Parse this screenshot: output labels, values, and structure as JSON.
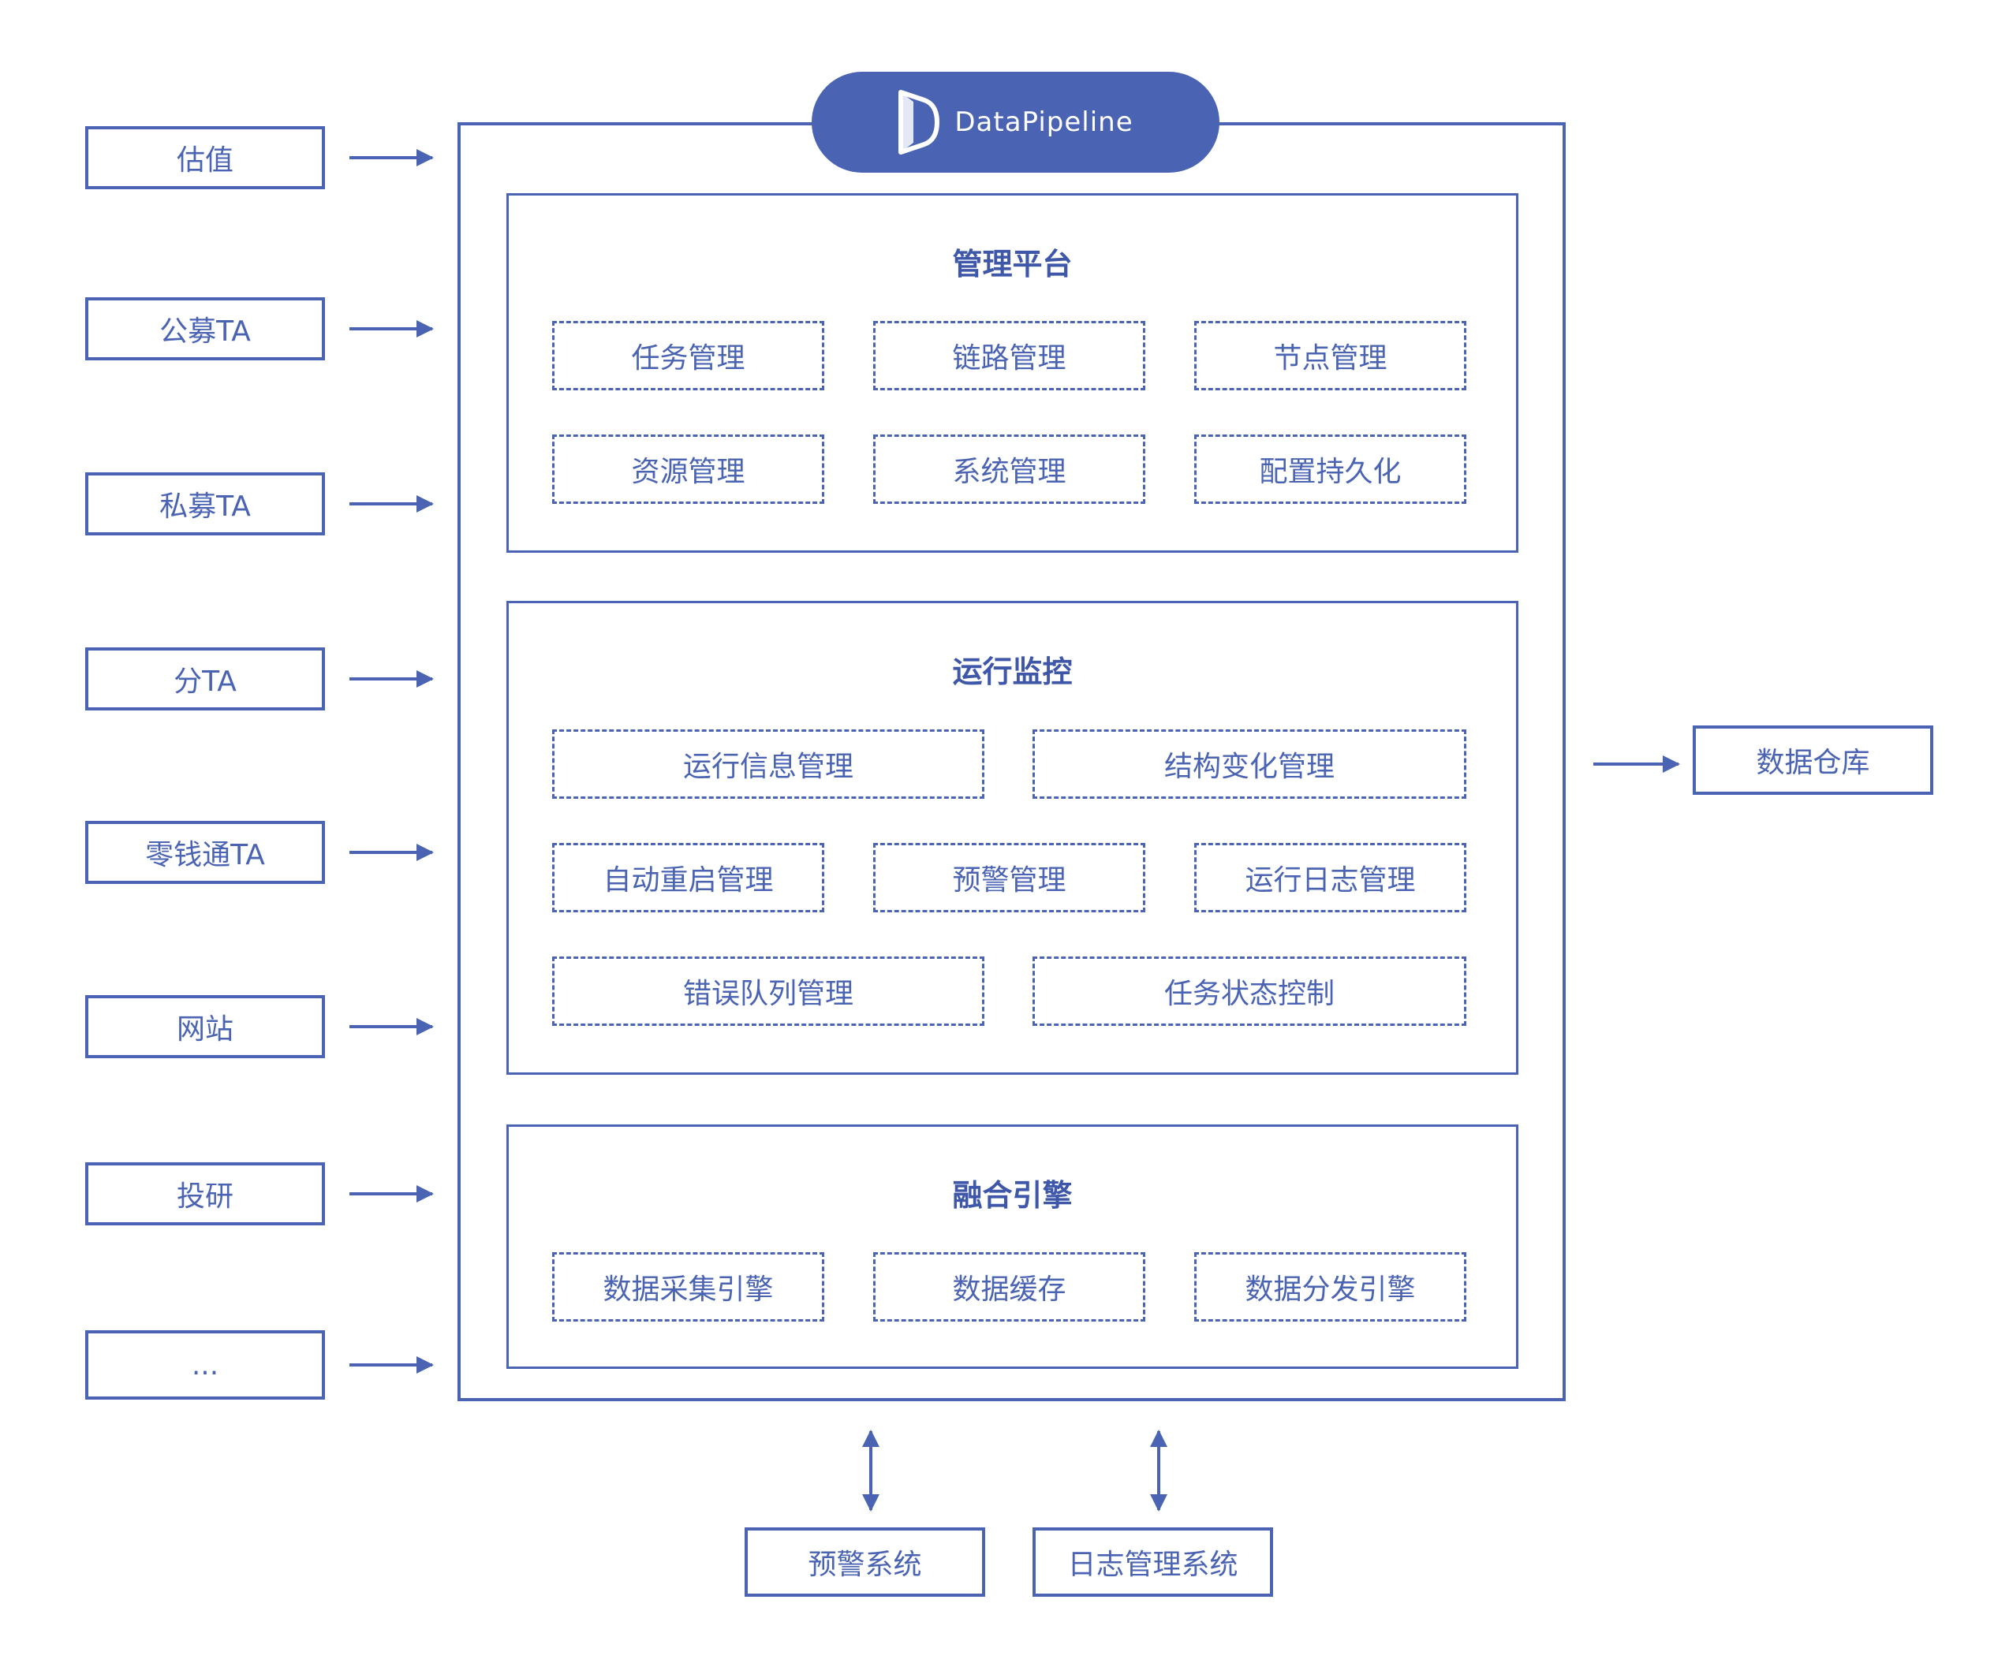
{
  "logo": {
    "text": "DataPipeline",
    "icon": "datapipeline-logo-icon"
  },
  "sources": [
    "估值",
    "公募TA",
    "私募TA",
    "分TA",
    "零钱通TA",
    "网站",
    "投研",
    "..."
  ],
  "sections": {
    "management": {
      "title": "管理平台",
      "modules": [
        "任务管理",
        "链路管理",
        "节点管理",
        "资源管理",
        "系统管理",
        "配置持久化"
      ]
    },
    "monitoring": {
      "title": "运行监控",
      "modules": [
        "运行信息管理",
        "结构变化管理",
        "自动重启管理",
        "预警管理",
        "运行日志管理",
        "错误队列管理",
        "任务状态控制"
      ]
    },
    "engine": {
      "title": "融合引擎",
      "modules": [
        "数据采集引擎",
        "数据缓存",
        "数据分发引擎"
      ]
    }
  },
  "output": "数据仓库",
  "bottom": [
    "预警系统",
    "日志管理系统"
  ],
  "colors": {
    "primary": "#4a63b3",
    "background": "#ffffff"
  }
}
